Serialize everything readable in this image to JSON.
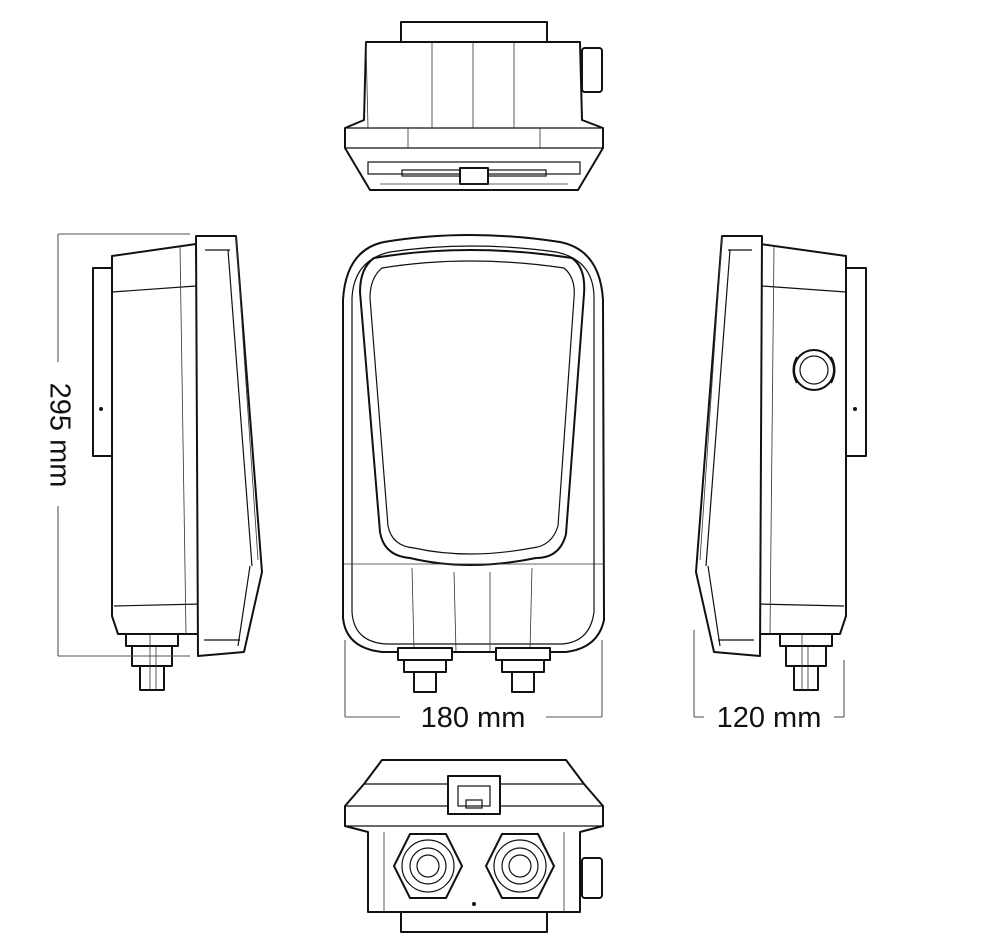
{
  "dimensions": {
    "height_label": "295 mm",
    "width_label": "180 mm",
    "depth_label": "120 mm"
  },
  "views": [
    "top-view",
    "left-side-view",
    "front-view",
    "right-side-view",
    "bottom-view"
  ],
  "colors": {
    "line": "#111111",
    "dimension": "#555555",
    "background": "#ffffff"
  }
}
